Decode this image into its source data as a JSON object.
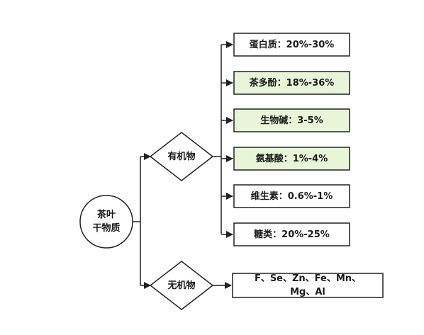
{
  "diagram": {
    "root": {
      "line1": "茶叶",
      "line2": "干物质"
    },
    "branches": {
      "organic": {
        "label": "有机物"
      },
      "inorganic": {
        "label": "无机物"
      }
    },
    "organic_items": [
      {
        "text": "蛋白质：20%-30%",
        "highlighted": false
      },
      {
        "text": "茶多酚：18%-36%",
        "highlighted": true
      },
      {
        "text": "生物碱：3-5%",
        "highlighted": true
      },
      {
        "text": "氨基酸：1%-4%",
        "highlighted": true
      },
      {
        "text": "维生素：0.6%-1%",
        "highlighted": false
      },
      {
        "text": "糖类：20%-25%",
        "highlighted": false
      }
    ],
    "inorganic_items": [
      {
        "line1": "F、Se、Zn、Fe、Mn、",
        "line2": "Mg、Al"
      }
    ],
    "colors": {
      "highlight_fill": "#e8f5d8",
      "box_fill": "#ffffff",
      "stroke": "#222222",
      "text": "#1a1a1a"
    }
  }
}
